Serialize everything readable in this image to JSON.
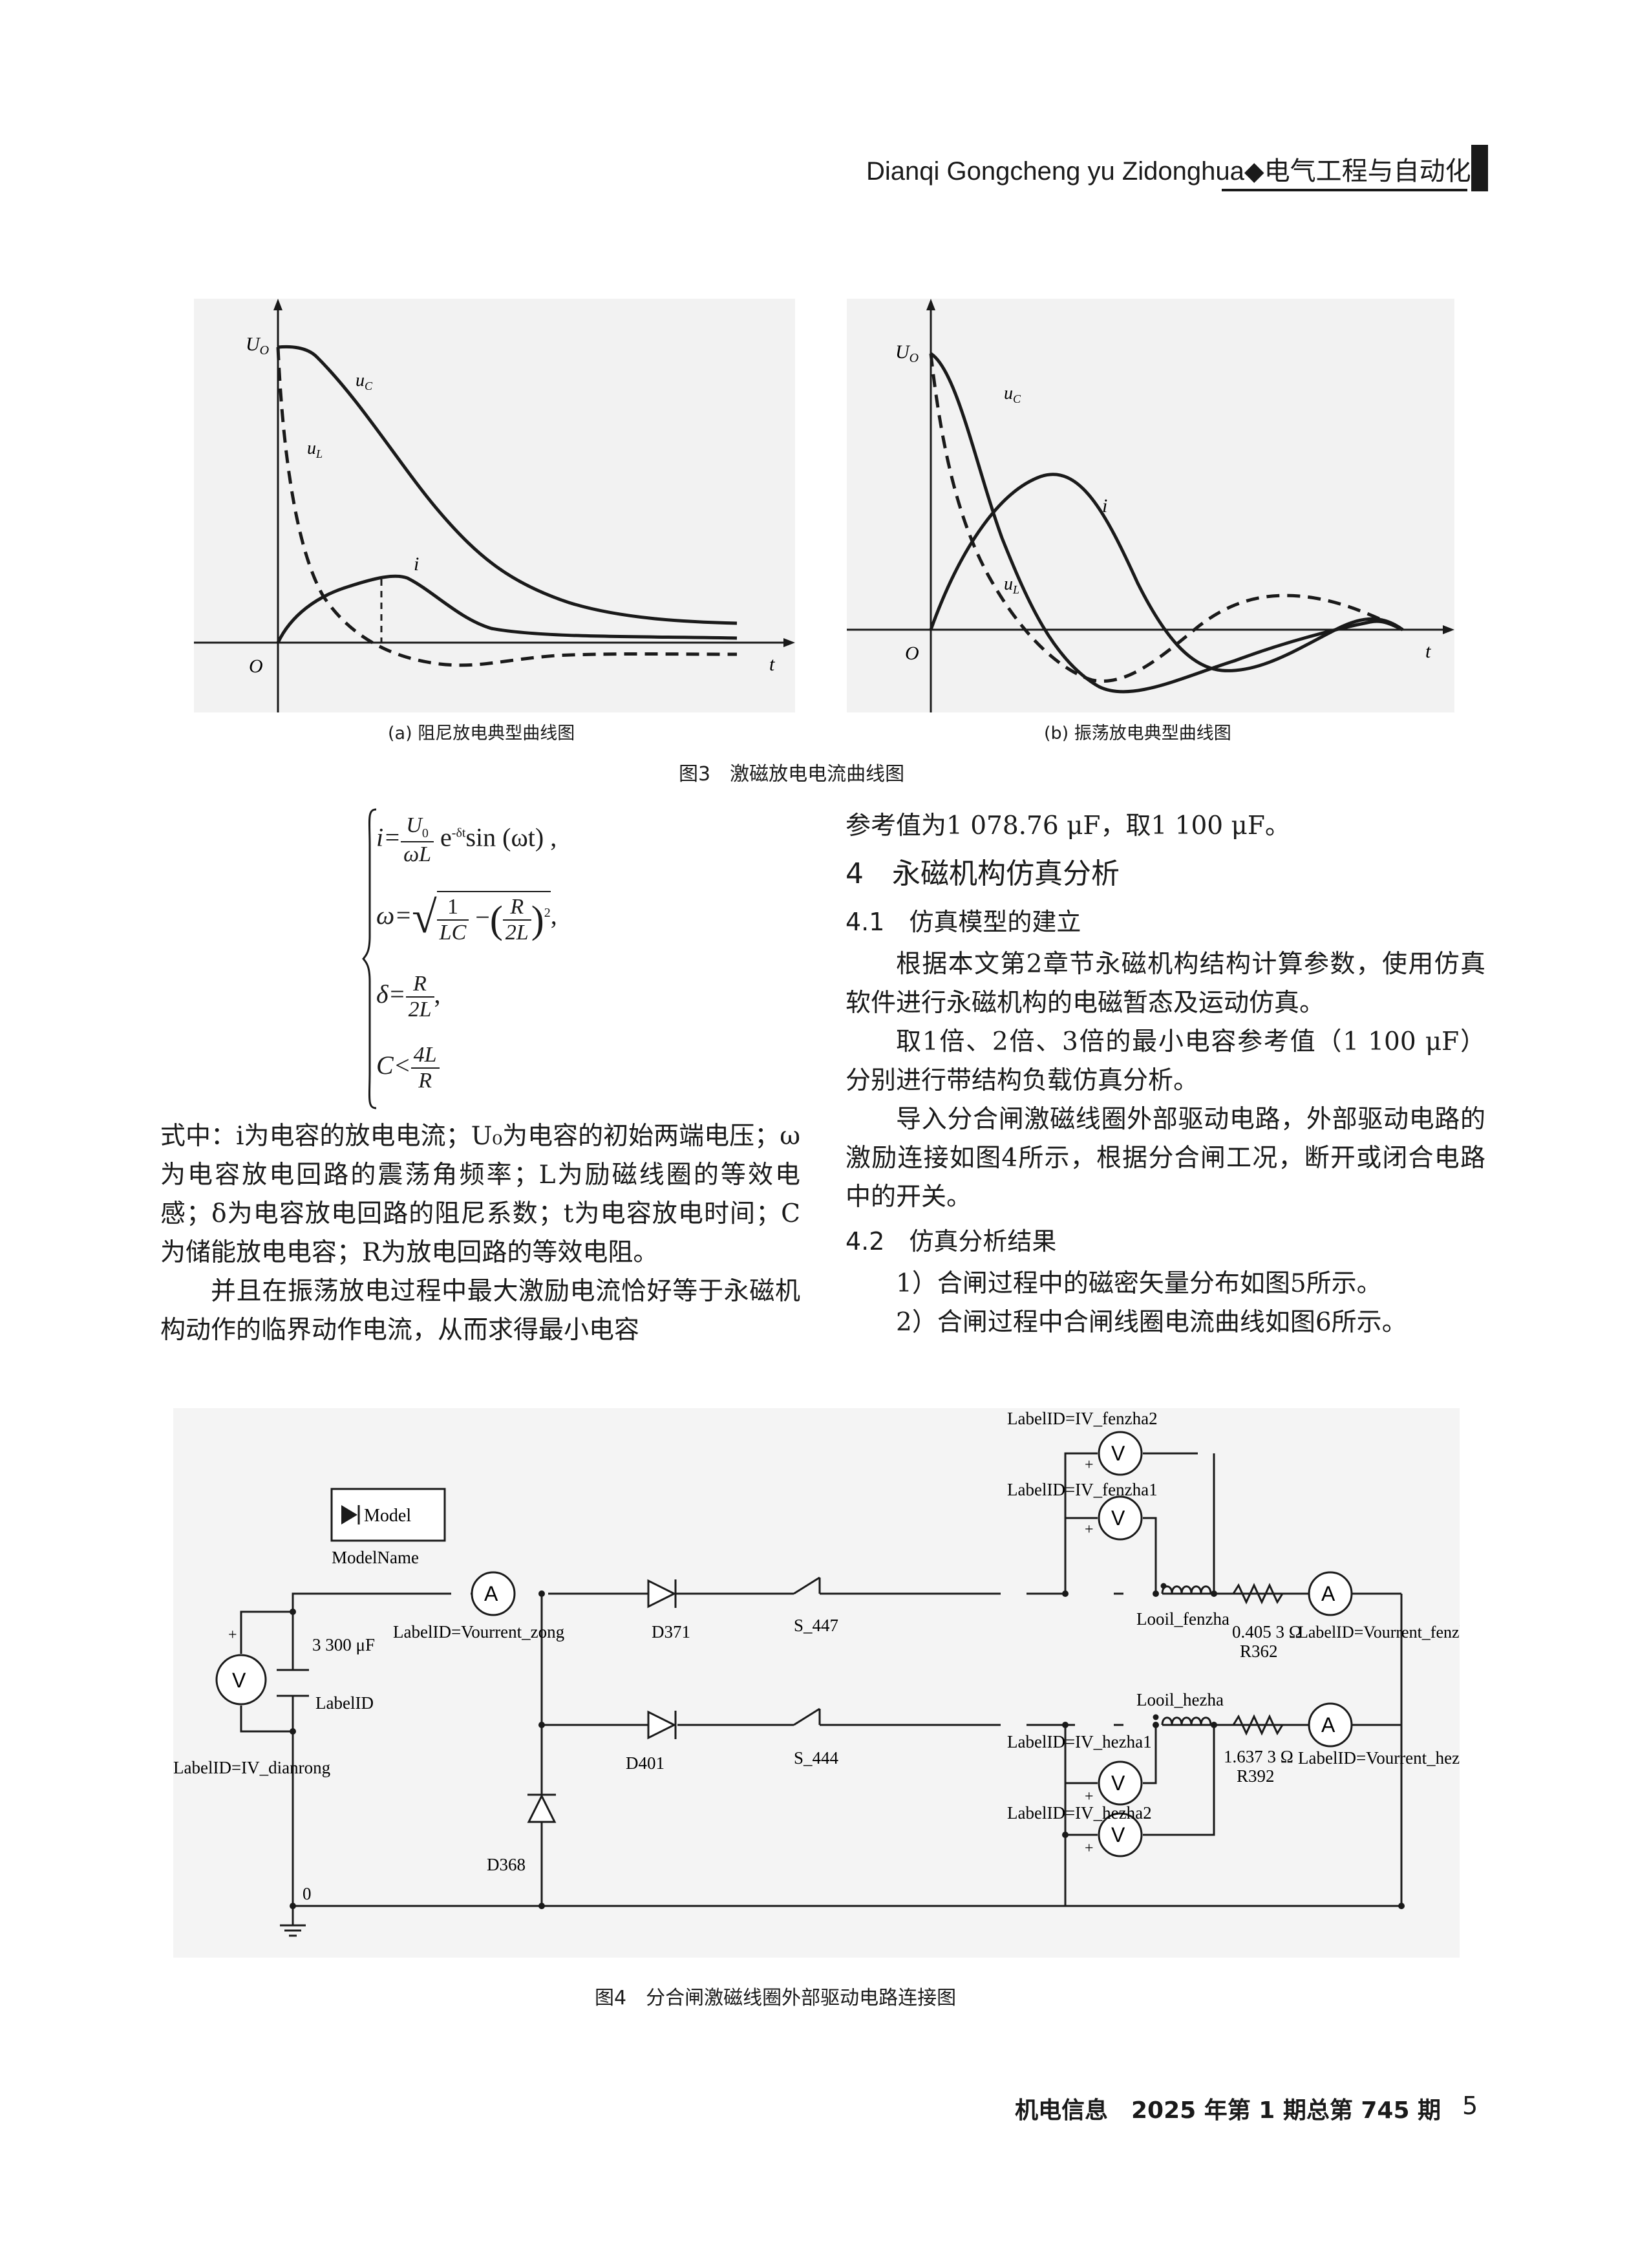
{
  "header": {
    "journal_pinyin": "Dianqi Gongcheng yu Zidonghua",
    "separator": "◆",
    "journal_cn": "电气工程与自动化"
  },
  "figure3": {
    "caption": "图3　激磁放电电流曲线图",
    "subfig_a": {
      "caption": "(a) 阻尼放电典型曲线图",
      "labels": {
        "u0": "U",
        "u0_sub": "O",
        "uc": "u",
        "uc_sub": "C",
        "ul": "u",
        "ul_sub": "L",
        "i": "i",
        "origin": "O",
        "t": "t"
      }
    },
    "subfig_b": {
      "caption": "(b) 振荡放电典型曲线图",
      "labels": {
        "u0": "U",
        "u0_sub": "O",
        "uc": "u",
        "uc_sub": "C",
        "ul": "u",
        "ul_sub": "L",
        "i": "i",
        "origin": "O",
        "t": "t"
      }
    }
  },
  "equations": {
    "eq1": {
      "lhs": "i=",
      "num": "U",
      "num_sub": "0",
      "den": "ωL",
      "rhs": "e",
      "sup": "-δt",
      "tail": "sin (ωt) ,"
    },
    "eq2": {
      "lhs": "ω=",
      "num1": "1",
      "den1": "LC",
      "minus": "−",
      "num2": "R",
      "den2": "2L",
      "sup": "2",
      "tail": ","
    },
    "eq3": {
      "lhs": "δ=",
      "num": "R",
      "den": "2L",
      "tail": ","
    },
    "eq4": {
      "lhs": "C<",
      "num": "4L",
      "den": "R"
    }
  },
  "left_column": {
    "p1": "式中：i为电容的放电电流；U₀为电容的初始两端电压；ω为电容放电回路的震荡角频率；L为励磁线圈的等效电感；δ为电容放电回路的阻尼系数；t为电容放电时间；C为储能放电电容；R为放电回路的等效电阻。",
    "p2": "并且在振荡放电过程中最大激励电流恰好等于永磁机构动作的临界动作电流，从而求得最小电容"
  },
  "right_column": {
    "p0": "参考值为1 078.76 μF，取1 100 μF。",
    "h4": "4　永磁机构仿真分析",
    "h41": "4.1　仿真模型的建立",
    "p1": "根据本文第2章节永磁机构结构计算参数，使用仿真软件进行永磁机构的电磁暂态及运动仿真。",
    "p2": "取1倍、2倍、3倍的最小电容参考值（1 100 μF）分别进行带结构负载仿真分析。",
    "p3": "导入分合闸激磁线圈外部驱动电路，外部驱动电路的激励连接如图4所示，根据分合闸工况，断开或闭合电路中的开关。",
    "h42": "4.2　仿真分析结果",
    "p4": "1）合闸过程中的磁密矢量分布如图5所示。",
    "p5": "2）合闸过程中合闸线圈电流曲线如图6所示。"
  },
  "figure4": {
    "caption": "图4　分合闸激磁线圈外部驱动电路连接图",
    "labels": {
      "model": "Model",
      "model_name": "ModelName",
      "vourrent_zong": "LabelID=Vourrent_zong",
      "d371": "D371",
      "s447": "S_447",
      "iv_fenzha2": "LabelID=IV_fenzha2",
      "iv_fenzha1": "LabelID=IV_fenzha1",
      "looil_fenzha": "Looil_fenzha",
      "r362_val": "0.405 3 Ω",
      "r362": "R362",
      "vourrent_fenzha": "LabelID=Vourrent_fenzha",
      "cap_val": "3 300 μF",
      "cap_label": "LabelID",
      "iv_dianrong": "LabelID=IV_dianrong",
      "d401": "D401",
      "s444": "S_444",
      "looil_hezha": "Looil_hezha",
      "iv_hezha1": "LabelID=IV_hezha1",
      "r392_val": "1.637 3 Ω",
      "r392": "R392",
      "vourrent_hezha": "LabelID=Vourrent_hezha",
      "iv_hezha2": "LabelID=IV_hezha2",
      "d368": "D368",
      "ground": "0",
      "plus": "+",
      "voltmeter": "V",
      "ammeter": "A"
    }
  },
  "footer": {
    "text": "机电信息　2025 年第 1 期总第 745 期",
    "page": "5"
  }
}
